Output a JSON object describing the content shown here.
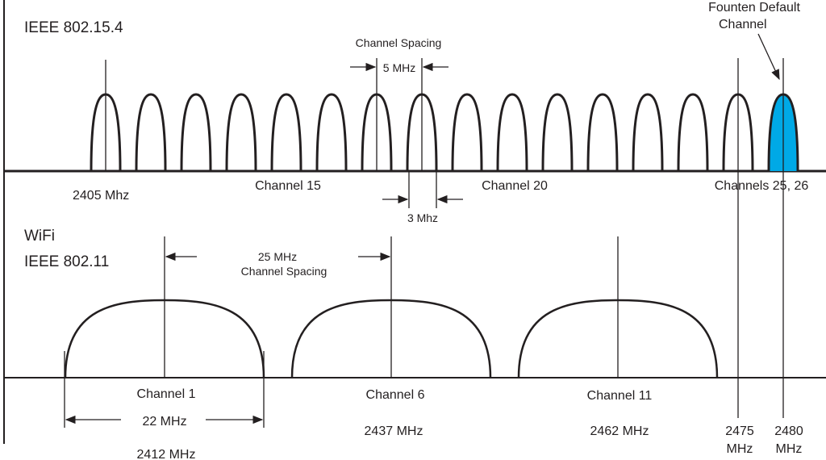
{
  "top": {
    "title": "IEEE 802.15.4",
    "spacing_title": "Channel Spacing",
    "spacing_value": "5 MHz",
    "width_value": "3 Mhz",
    "start_freq": "2405 Mhz",
    "channel_15": "Channel 15",
    "channel_20": "Channel 20",
    "channels_25_26": "Channels 25, 26",
    "default_line1": "Founten Default",
    "default_line2": "Channel",
    "channel_count": 16,
    "highlight_color": "#00a9e6"
  },
  "wifi": {
    "title_line1": "WiFi",
    "title_line2": "IEEE 802.11",
    "spacing_value": "25 MHz",
    "spacing_title": "Channel Spacing",
    "channels": [
      {
        "label": "Channel 1",
        "freq": "2412 MHz"
      },
      {
        "label": "Channel 6",
        "freq": "2437 MHz"
      },
      {
        "label": "Channel 11",
        "freq": "2462 MHz"
      }
    ],
    "bandwidth": "22 MHz"
  },
  "markers": [
    {
      "line1": "2475",
      "line2": "MHz"
    },
    {
      "line1": "2480",
      "line2": "MHz"
    }
  ]
}
